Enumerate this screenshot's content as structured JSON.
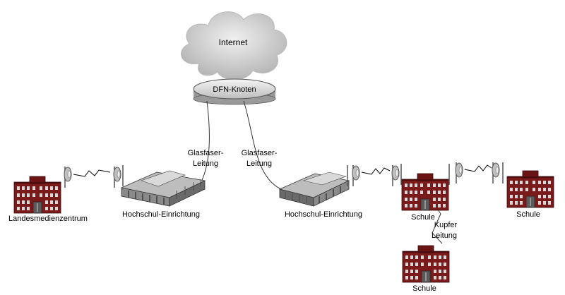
{
  "diagram": {
    "cloud_label": "Internet",
    "node_label": "DFN-Knoten",
    "fiber_left": {
      "line1": "Glasfaser-",
      "line2": "Leitung"
    },
    "fiber_right": {
      "line1": "Glasfaser-",
      "line2": "Leitung"
    },
    "copper": {
      "line1": "Kupfer",
      "line2": "Leitung"
    },
    "buildings": {
      "landesmedienzentrum": "Landesmedienzentrum",
      "hochschul_left": "Hochschul-Einrichtung",
      "hochschul_right": "Hochschul-Einrichtung",
      "schule_mid": "Schule",
      "schule_right": "Schule",
      "schule_bottom": "Schule"
    },
    "colors": {
      "brick": "#7a1a1a",
      "brick_dark": "#4a0d0d",
      "window": "#d8d8d8",
      "cloud": "#cfcfcf",
      "node": "#e6e6e6",
      "campus": "#9a9a9a"
    }
  }
}
